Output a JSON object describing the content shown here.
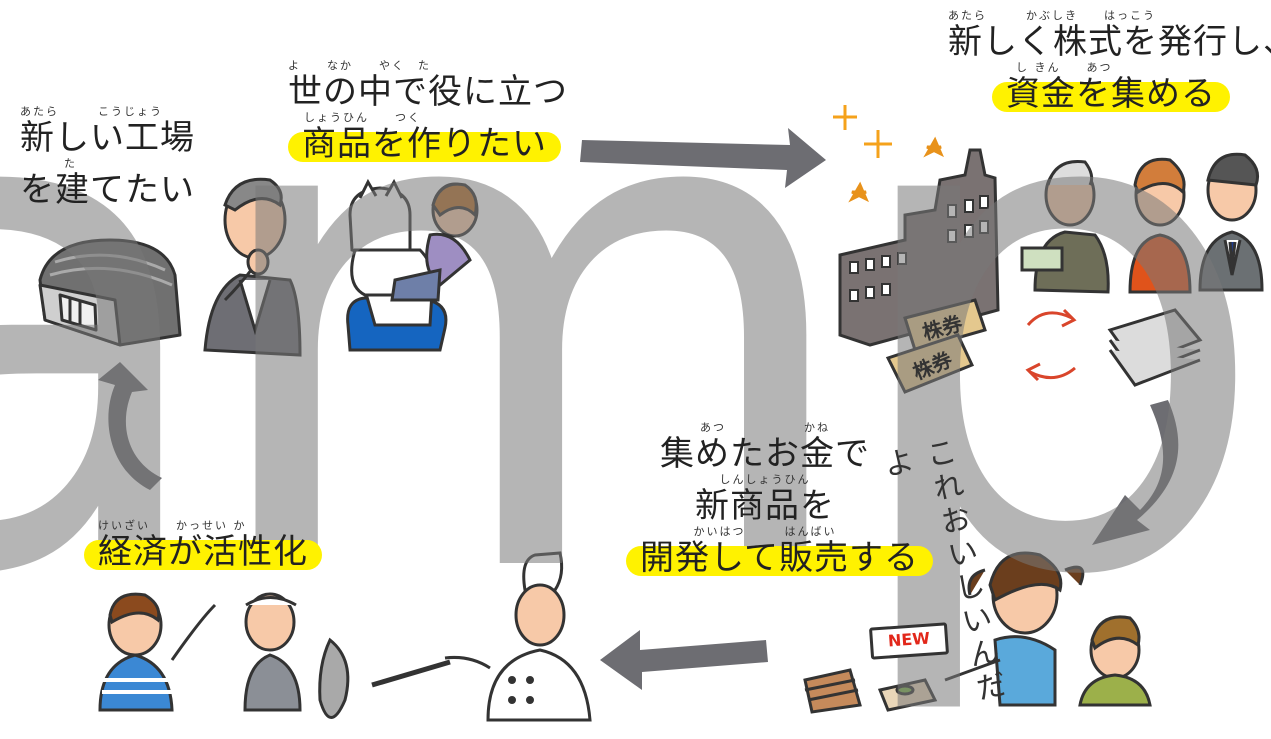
{
  "watermark": "ample",
  "labels": {
    "factory": {
      "ruby1": "あたら　　　こうじょう",
      "line1": "新しい工場",
      "ruby2": "た",
      "line2": "を建てたい"
    },
    "product": {
      "ruby1": "よ　　なか　　やく　た",
      "line1": "世の中で役に立つ",
      "ruby2": "しょうひん　　つく",
      "line2": "商品を作りたい"
    },
    "stock": {
      "ruby1": "あたら　　　かぶしき　　はっこう",
      "line1": "新しく株式を発行し、",
      "ruby2": "し きん　　あつ",
      "line2": "資金を集める"
    },
    "develop": {
      "ruby1": "あつ　　　　　　かね",
      "line1": "集めたお金で",
      "ruby2": "しんしょうひん",
      "line2": "新商品を",
      "ruby3": "かいはつ　　　はんばい",
      "line3": "開発して販売する"
    },
    "economy": {
      "ruby1": "けいざい　　かっせい か",
      "line1": "経済が活性化"
    }
  },
  "sign": "NEW",
  "speech_vertical": "これおいしいんだよ",
  "ticket_text": "株券",
  "colors": {
    "highlight": "#fff200",
    "arrow": "#6d6d72",
    "red_arrow": "#d9452b",
    "ink": "#222222"
  }
}
